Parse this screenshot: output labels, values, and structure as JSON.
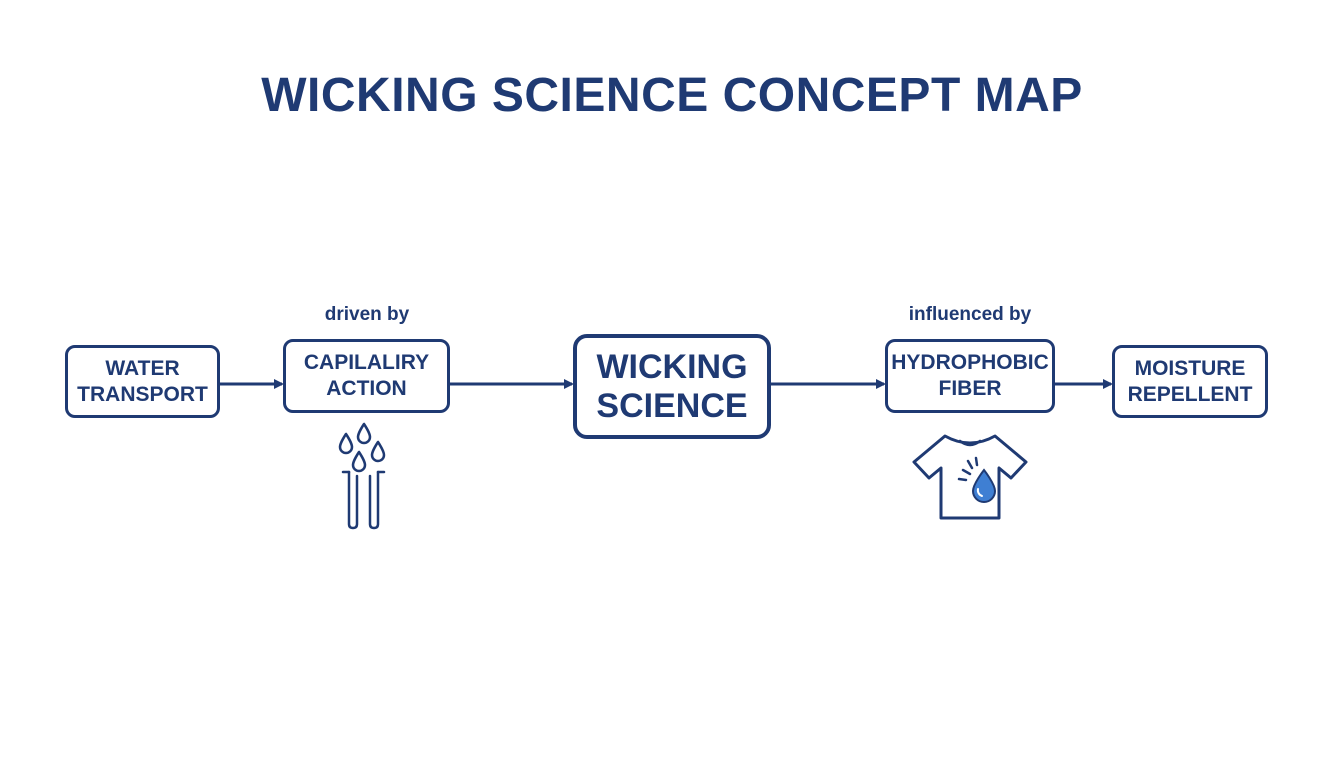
{
  "title": "WICKING SCIENCE CONCEPT MAP",
  "colors": {
    "primary": "#1f3a73",
    "accent": "#3f7fd3"
  },
  "nodes": {
    "water_transport": "WATER\nTRANSPORT",
    "capillary_action": "CAPILALIRY\nACTION",
    "wicking_science": "WICKING\nSCIENCE",
    "hydrophobic_fiber": "HYDROPHOBIC\nFIBER",
    "moisture_repellent": "MOISTURE\nREPELLENT"
  },
  "edge_labels": {
    "driven_by": "driven by",
    "influenced_by": "influenced by"
  },
  "icons": {
    "capillary": "capillary-tubes-droplets-icon",
    "tshirt": "tshirt-water-drop-icon"
  }
}
